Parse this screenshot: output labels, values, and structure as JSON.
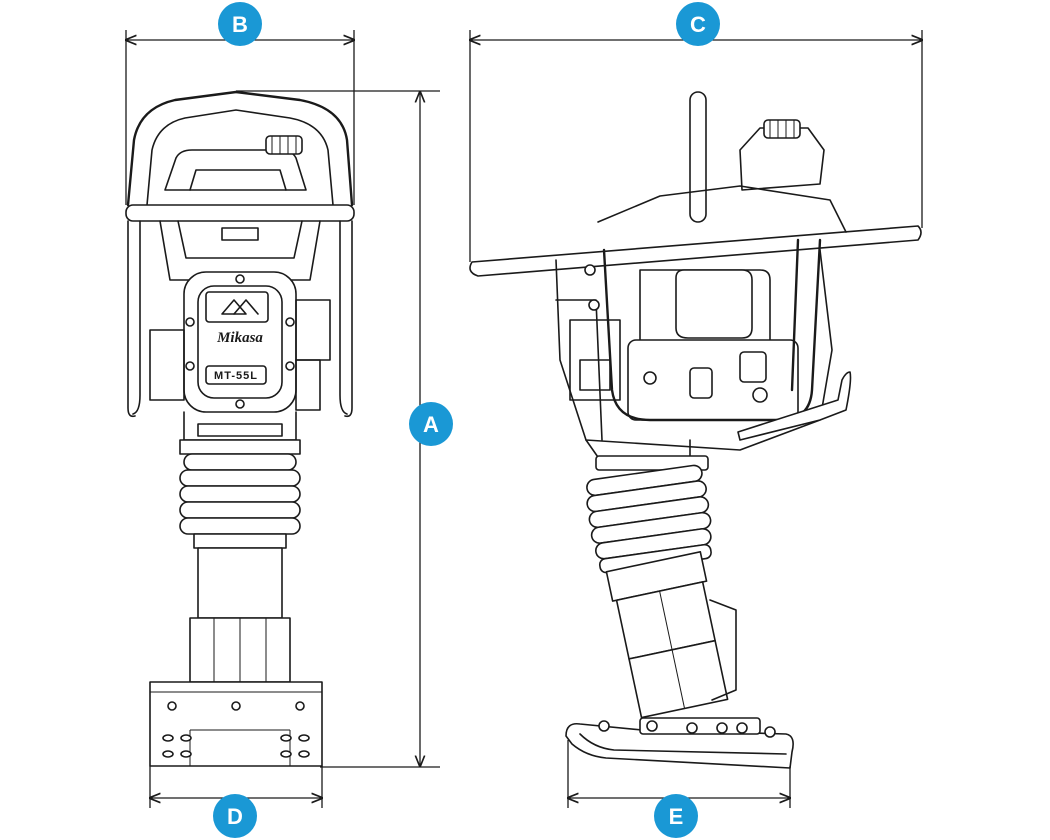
{
  "colors": {
    "badge": "#1a98d5",
    "line": "#1a1a1a",
    "background": "#ffffff"
  },
  "brand": "Mikasa",
  "model": "MT-55L",
  "dimensions": [
    {
      "key": "A",
      "label": "A"
    },
    {
      "key": "B",
      "label": "B"
    },
    {
      "key": "C",
      "label": "C"
    },
    {
      "key": "D",
      "label": "D"
    },
    {
      "key": "E",
      "label": "E"
    }
  ]
}
